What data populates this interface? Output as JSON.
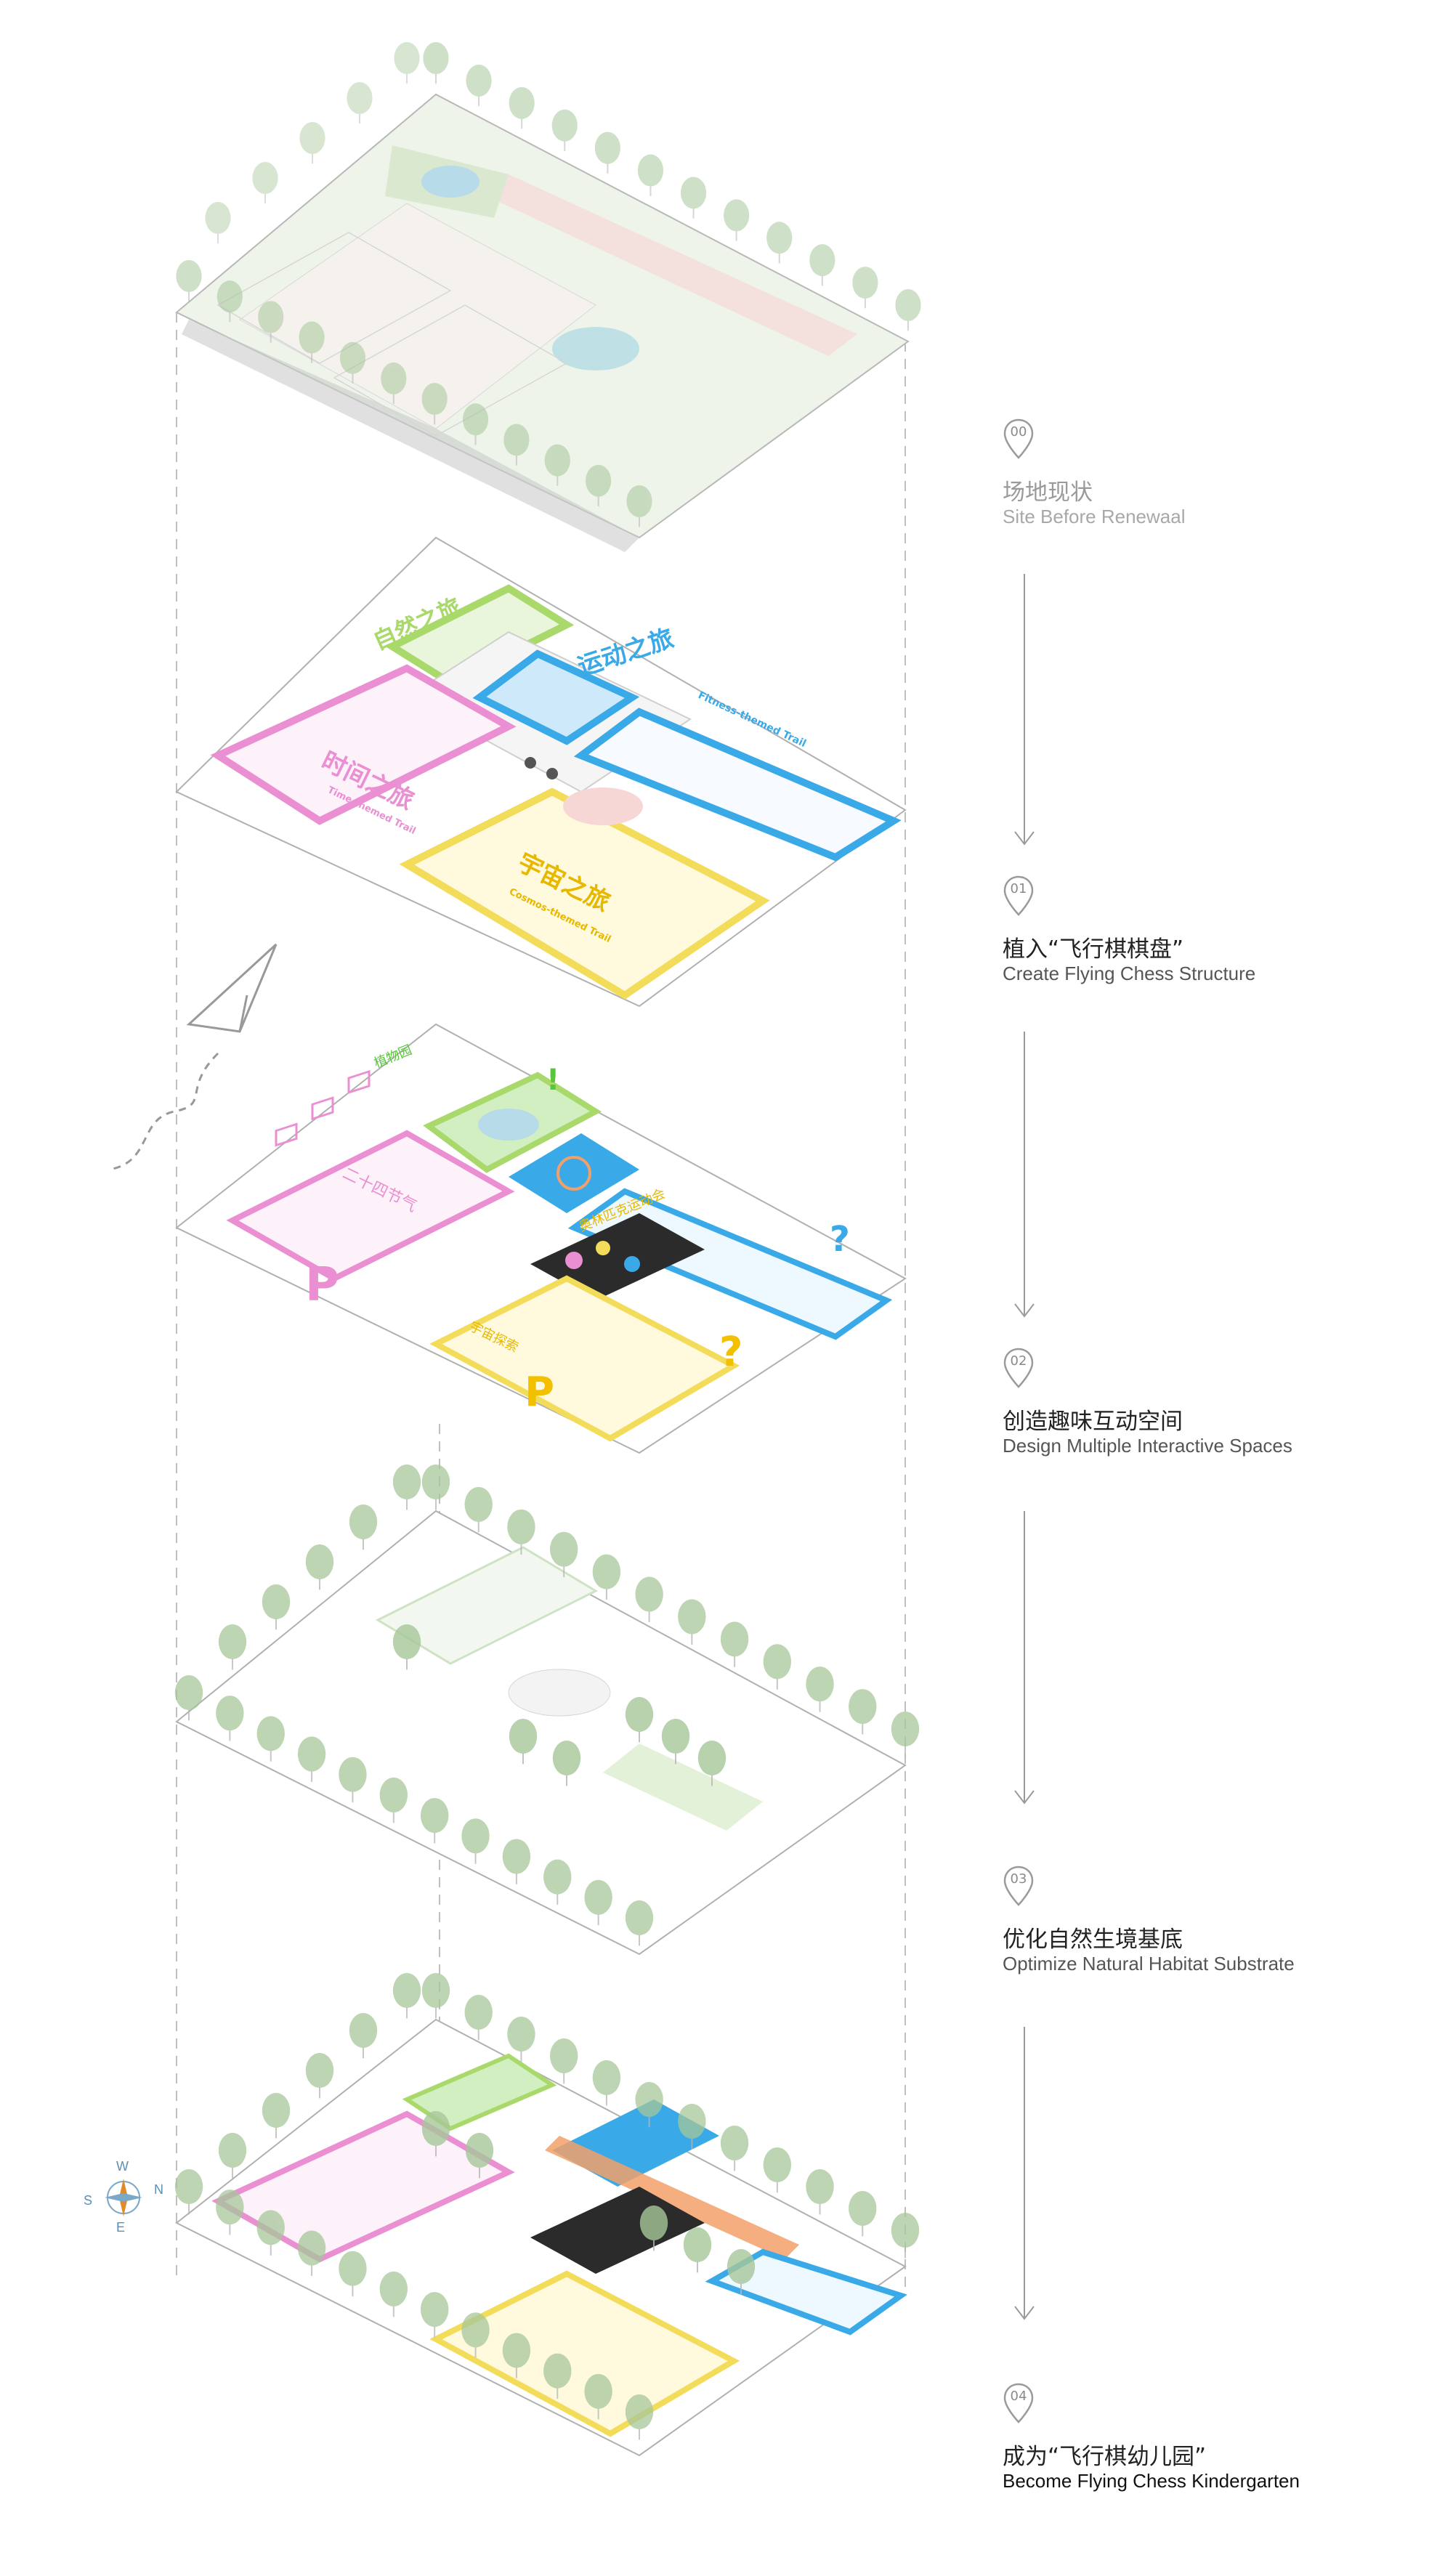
{
  "steps": [
    {
      "num": "00",
      "title_zh": "场地现状",
      "title_en": "Site  Before Renewaal"
    },
    {
      "num": "01",
      "title_zh": "植入“飞行棋棋盘”",
      "title_en": "Create  Flying Chess  Structure"
    },
    {
      "num": "02",
      "title_zh": "创造趣味互动空间",
      "title_en": "Design Multiple Interactive Spaces"
    },
    {
      "num": "03",
      "title_zh": "优化自然生境基底",
      "title_en": "Optimize Natural Habitat Substrate"
    },
    {
      "num": "04",
      "title_zh": "成为“飞行棋幼儿园”",
      "title_en": "Become Flying Chess Kindergarten"
    }
  ],
  "layer1_labels": {
    "nature_zh": "自然之旅",
    "fitness_zh": "运动之旅",
    "fitness_en": "Fitness-themed Trail",
    "time_zh": "时间之旅",
    "time_en": "Time-themed Trail",
    "cosmos_zh": "宇宙之旅",
    "cosmos_en": "Cosmos-themed Trail"
  },
  "layer2_labels": {
    "solar_terms": "二十四节气",
    "olympics": "奥林匹克运动会",
    "cosmos_explore": "宇宙探索",
    "plants": "植物园"
  },
  "compass": {
    "n": "N",
    "s": "S",
    "e": "E",
    "w": "W"
  },
  "colors": {
    "green": "#a8d96a",
    "blue": "#3aa9e8",
    "pink": "#ea8fd2",
    "yellow": "#f3dc5a",
    "tree": "#a7c79a",
    "orange": "#f2a06a"
  }
}
